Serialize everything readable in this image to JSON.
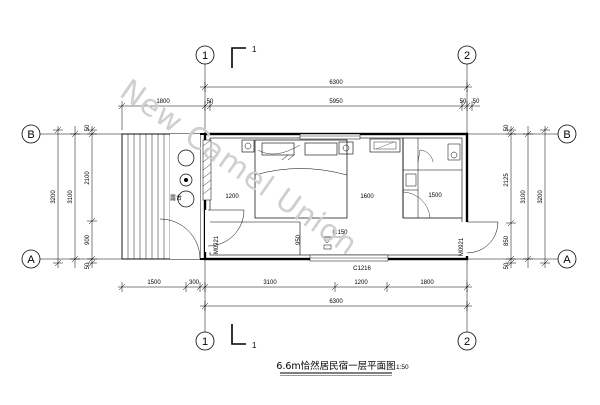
{
  "drawing": {
    "title": "6.6m恰然居民宿一层平面图",
    "scale": "1:50",
    "watermark": "New Camel Union"
  },
  "grid": {
    "axis1": "1",
    "axis2": "2",
    "axisA": "A",
    "axisB": "B"
  },
  "section": {
    "top_mark": "1",
    "bottom_mark": "1"
  },
  "dims": {
    "top_total": "6300",
    "top_left": "1800",
    "top_5950": "5950",
    "top_left_50": "50",
    "top_right_50a": "50",
    "top_right_50b": "50",
    "bot_1500": "1500",
    "bot_300": "300",
    "bot_3100": "3100",
    "bot_1200": "1200",
    "bot_1800": "1800",
    "bot_total": "6300",
    "left_total": "3200",
    "left_3100": "3100",
    "left_2100": "2100",
    "left_900": "900",
    "left_50_top": "50",
    "left_50_bot": "50",
    "right_total": "3200",
    "right_3100": "3100",
    "right_2125": "2125",
    "right_850": "850",
    "right_50_top": "50",
    "right_50_bot": "50"
  },
  "labels": {
    "deck": "露台",
    "door_left": "M0921",
    "door_right": "M0921",
    "window": "C1216",
    "room_1200": "1200",
    "room_1600": "1600",
    "room_1500": "1500",
    "room_950": "950",
    "level": "0.150"
  }
}
